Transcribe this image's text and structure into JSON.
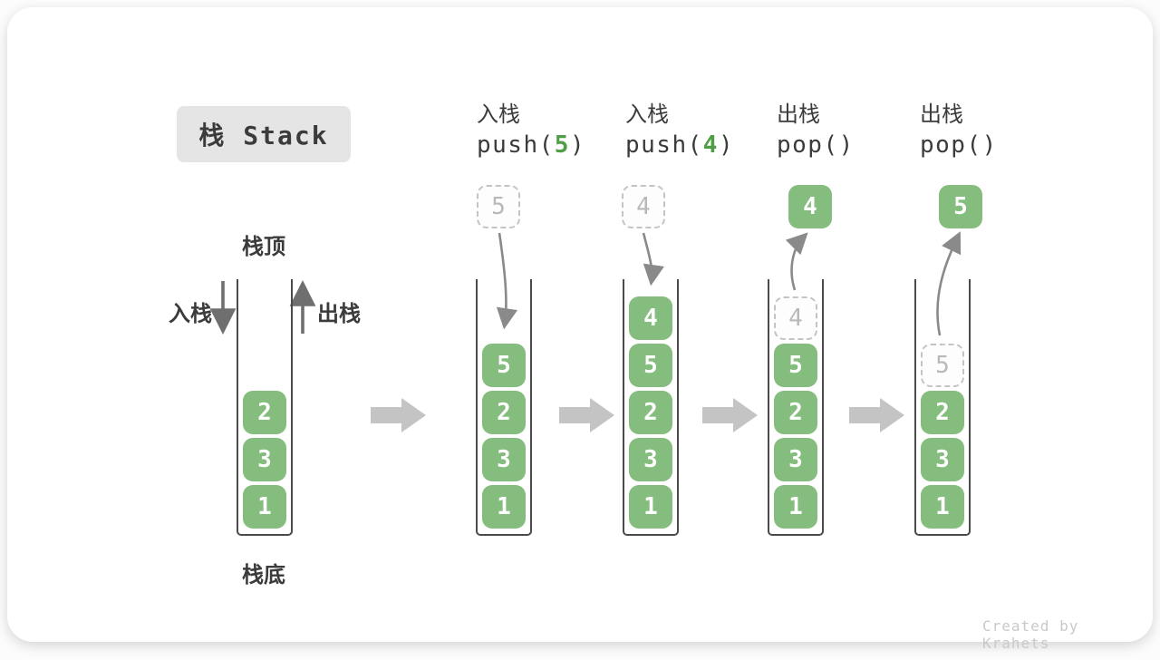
{
  "title_badge": "栈 Stack",
  "watermark": "Created by Krahets",
  "annotations": {
    "stack_top": "栈顶",
    "stack_bottom": "栈底",
    "push_side": "入栈",
    "pop_side": "出栈"
  },
  "colors": {
    "box_green": "#85bd7e",
    "code_arg_green": "#4f9d45",
    "text_dark": "#3b3b3b",
    "flow_arrow_gray": "#c4c4c4",
    "curve_arrow_gray": "#8a8a8a",
    "ghost_border_gray": "#c4c4c4",
    "ghost_text_gray": "#b9b9b9",
    "badge_bg": "#e5e5e5",
    "container_stroke": "#4a4a4a",
    "watermark_gray": "#c9c9c9"
  },
  "steps": [
    {
      "name": "initial-state",
      "stack_bottom_to_top": [
        "1",
        "3",
        "2"
      ]
    },
    {
      "name": "push-5",
      "op_label": "入栈",
      "code": {
        "pre": "push(",
        "arg": "5",
        "post": ")"
      },
      "floating_box": {
        "value": "5",
        "style": "ghost"
      },
      "arrow": "into-stack",
      "stack_bottom_to_top": [
        "1",
        "3",
        "2",
        "5"
      ]
    },
    {
      "name": "push-4",
      "op_label": "入栈",
      "code": {
        "pre": "push(",
        "arg": "4",
        "post": ")"
      },
      "floating_box": {
        "value": "4",
        "style": "ghost"
      },
      "arrow": "into-stack",
      "stack_bottom_to_top": [
        "1",
        "3",
        "2",
        "5",
        "4"
      ]
    },
    {
      "name": "pop-4",
      "op_label": "出栈",
      "code": {
        "pre": "pop()",
        "arg": "",
        "post": ""
      },
      "floating_box": {
        "value": "4",
        "style": "solid"
      },
      "arrow": "out-of-stack",
      "stack_bottom_to_top": [
        "1",
        "3",
        "2",
        "5"
      ],
      "ghost_in_stack": {
        "value": "4"
      }
    },
    {
      "name": "pop-5",
      "op_label": "出栈",
      "code": {
        "pre": "pop()",
        "arg": "",
        "post": ""
      },
      "floating_box": {
        "value": "5",
        "style": "solid"
      },
      "arrow": "out-of-stack",
      "stack_bottom_to_top": [
        "1",
        "3",
        "2"
      ],
      "ghost_in_stack": {
        "value": "5"
      }
    }
  ]
}
